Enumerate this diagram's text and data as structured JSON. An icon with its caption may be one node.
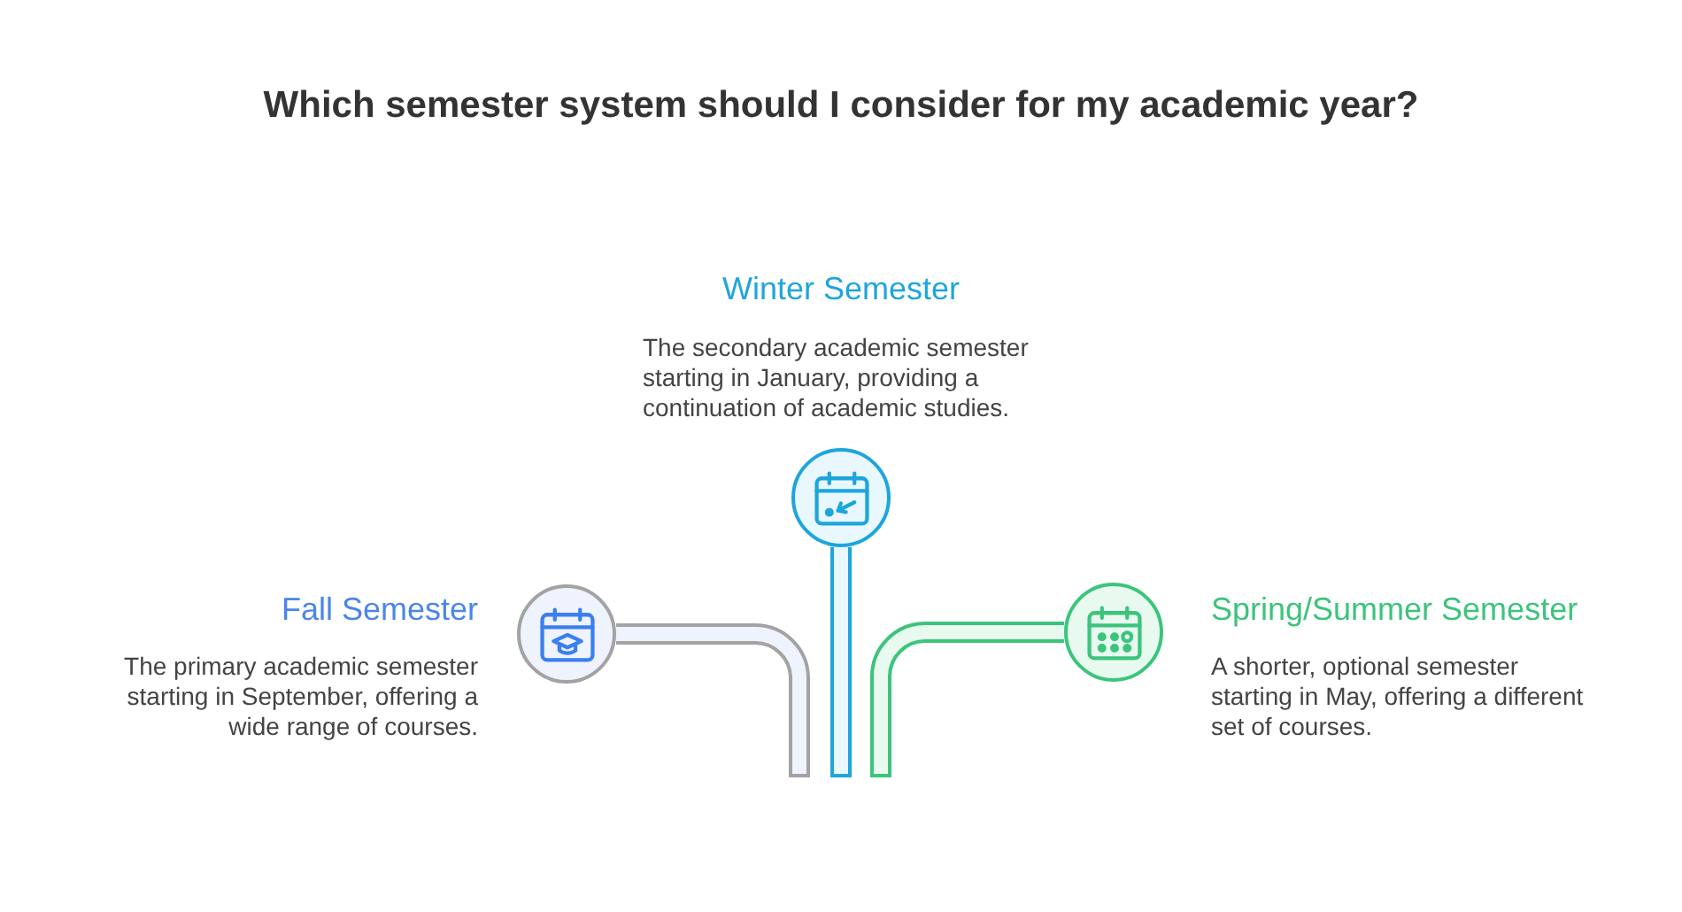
{
  "diagram": {
    "title": "Which semester system should I consider for my academic year?",
    "nodes": [
      {
        "text": [],
        "shape": "circle",
        "beside": [
          "Winter Semester",
          "The secondary academic semester starting in January, providing a continuation of academic studies."
        ]
      },
      {
        "text": [],
        "shape": "circle",
        "beside": [
          "Fall Semester",
          "The primary academic semester starting in September, offering a wide range of courses."
        ]
      },
      {
        "text": [],
        "shape": "circle",
        "beside": [
          "Spring/Summer Semester",
          "A shorter, optional semester starting in May, offering a different set of courses."
        ]
      }
    ],
    "edges": [
      {
        "from": 0,
        "to": null,
        "arrow": "none",
        "color": "#1ea5dc"
      },
      {
        "from": 1,
        "to": null,
        "arrow": "none",
        "color": "#a3a3a3"
      },
      {
        "from": 2,
        "to": null,
        "arrow": "none",
        "color": "#3cc47c"
      }
    ]
  }
}
